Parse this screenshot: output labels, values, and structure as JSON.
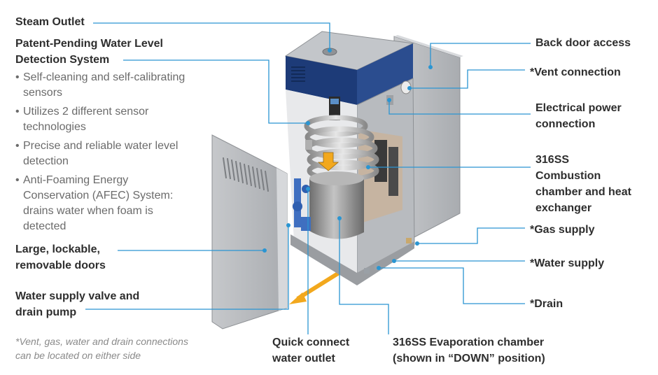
{
  "labels": {
    "steam_outlet": "Steam Outlet",
    "water_level_title_1": "Patent-Pending Water Level",
    "water_level_title_2": "Detection System",
    "large_doors_1": "Large, lockable,",
    "large_doors_2": "removable doors",
    "supply_valve_1": "Water supply valve and",
    "supply_valve_2": "drain pump",
    "quick_connect_1": "Quick connect",
    "quick_connect_2": "water outlet",
    "evap_1": "316SS Evaporation chamber",
    "evap_2": "(shown in “DOWN” position)",
    "back_door": "Back door access",
    "vent": "*Vent connection",
    "electrical_1": "Electrical power",
    "electrical_2": "connection",
    "combustion_1": "316SS",
    "combustion_2": "Combustion",
    "combustion_3": "chamber and heat",
    "combustion_4": "exchanger",
    "gas": "*Gas supply",
    "water_supply": "*Water supply",
    "drain": "*Drain"
  },
  "bullets": [
    {
      "line1": "Self-cleaning and self-calibrating",
      "line2": "sensors"
    },
    {
      "line1": "Utilizes 2 different sensor",
      "line2": "technologies"
    },
    {
      "line1": "Precise and reliable water level",
      "line2": "detection"
    },
    {
      "line1": "Anti-Foaming Energy",
      "line2": "Conservation (AFEC) System:",
      "line3": "drains water when foam is",
      "line4": "detected"
    }
  ],
  "bullet_char": "•",
  "footnote": {
    "line1": "*Vent, gas, water and drain connections",
    "line2": "can be located on either side"
  },
  "colors": {
    "leader": "#2a95d2",
    "text": "#2e2e2e",
    "muted": "#6b6b6b",
    "arrow": "#f2a81d",
    "cabinet_top": "#1d3b78"
  }
}
